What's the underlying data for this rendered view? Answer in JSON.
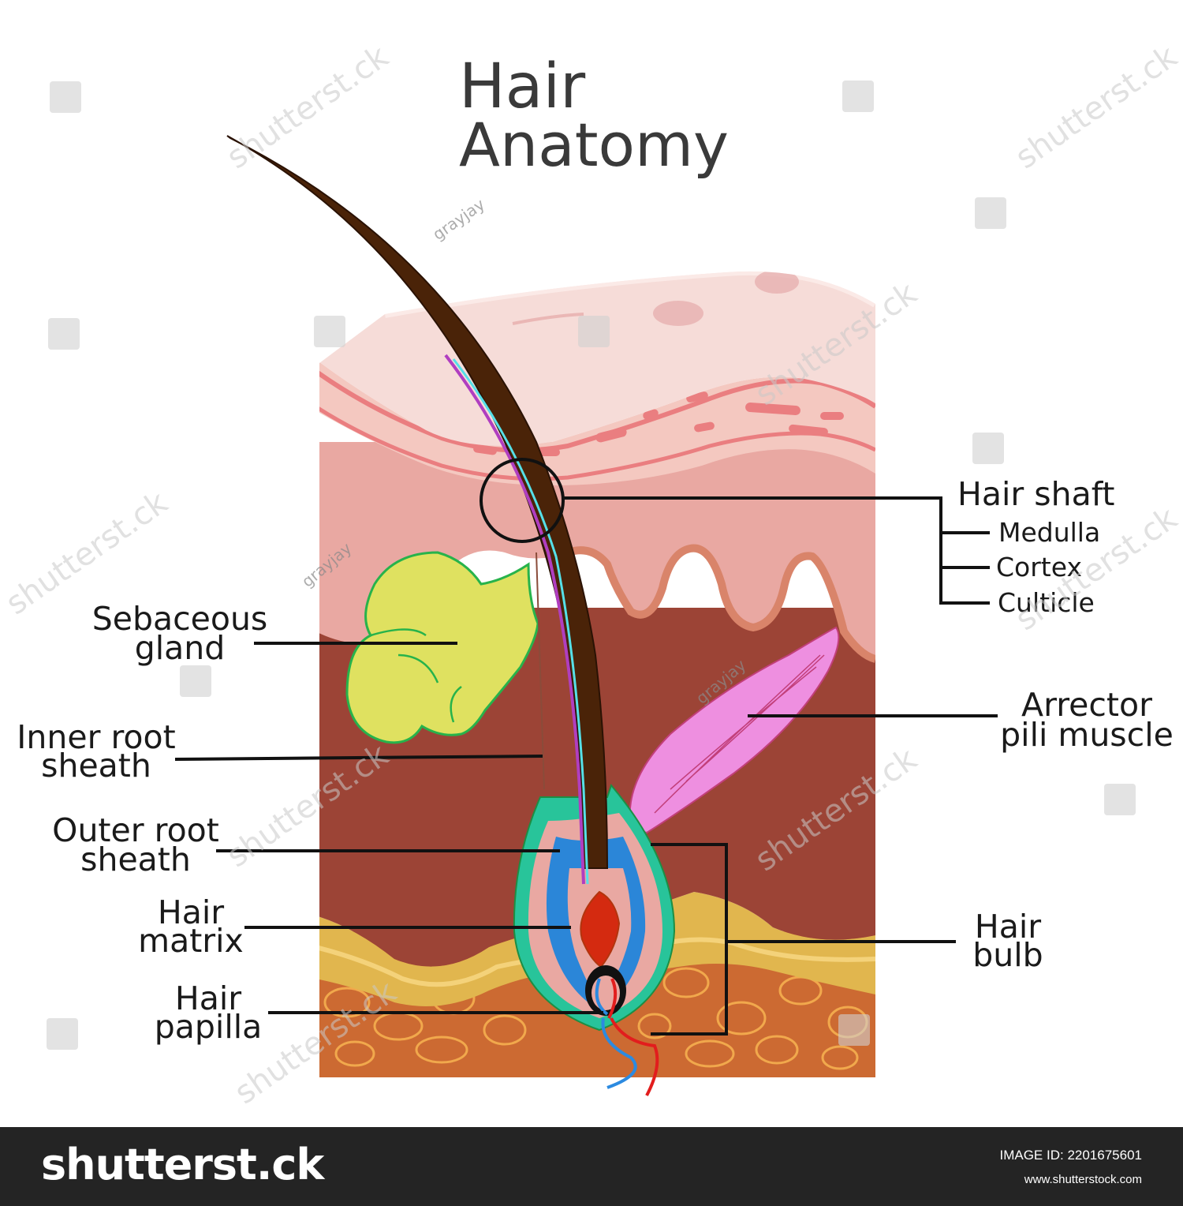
{
  "title": {
    "line1": "Hair",
    "line2": "Anatomy"
  },
  "labels": {
    "hair_shaft": "Hair shaft",
    "medulla": "Medulla",
    "cortex": "Cortex",
    "cuticle": "Culticle",
    "sebaceous_1": "Sebaceous",
    "sebaceous_2": "gland",
    "arrector_1": "Arrector",
    "arrector_2": "pili muscle",
    "inner_root_1": "Inner root",
    "inner_root_2": "sheath",
    "outer_root_1": "Outer root",
    "outer_root_2": "sheath",
    "hair_matrix_1": "Hair",
    "hair_matrix_2": "matrix",
    "hair_bulb_1": "Hair",
    "hair_bulb_2": "bulb",
    "hair_papilla_1": "Hair",
    "hair_papilla_2": "papilla"
  },
  "watermarks": {
    "shutterstock": "shutterst.ck",
    "author": "grayjay"
  },
  "footer": {
    "brand": "shutterst.ck",
    "image_id": "IMAGE ID: 2201675601",
    "site": "www.shutterstock.com"
  },
  "colors": {
    "epidermis_top": "#f6dcd8",
    "basal_layer": "#f4c8c0",
    "dermis_upper": "#e9a8a2",
    "dermis_lower": "#9c4436",
    "fat_layer": "#e1b64e",
    "subcutis": "#cc6a32",
    "hair": "#4a2308",
    "sebaceous": "#dfe160",
    "muscle": "#ee8fe0",
    "outer_sheath": "#28c49a",
    "inner_sheath": "#2b86d8"
  }
}
